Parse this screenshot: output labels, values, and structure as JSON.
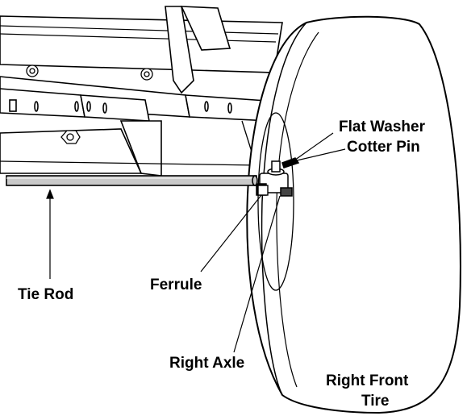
{
  "labels": {
    "flat_washer": "Flat Washer",
    "cotter_pin": "Cotter Pin",
    "tie_rod": "Tie Rod",
    "ferrule": "Ferrule",
    "right_axle": "Right Axle",
    "right_front_tire_line1": "Right Front",
    "right_front_tire_line2": "Tire"
  }
}
